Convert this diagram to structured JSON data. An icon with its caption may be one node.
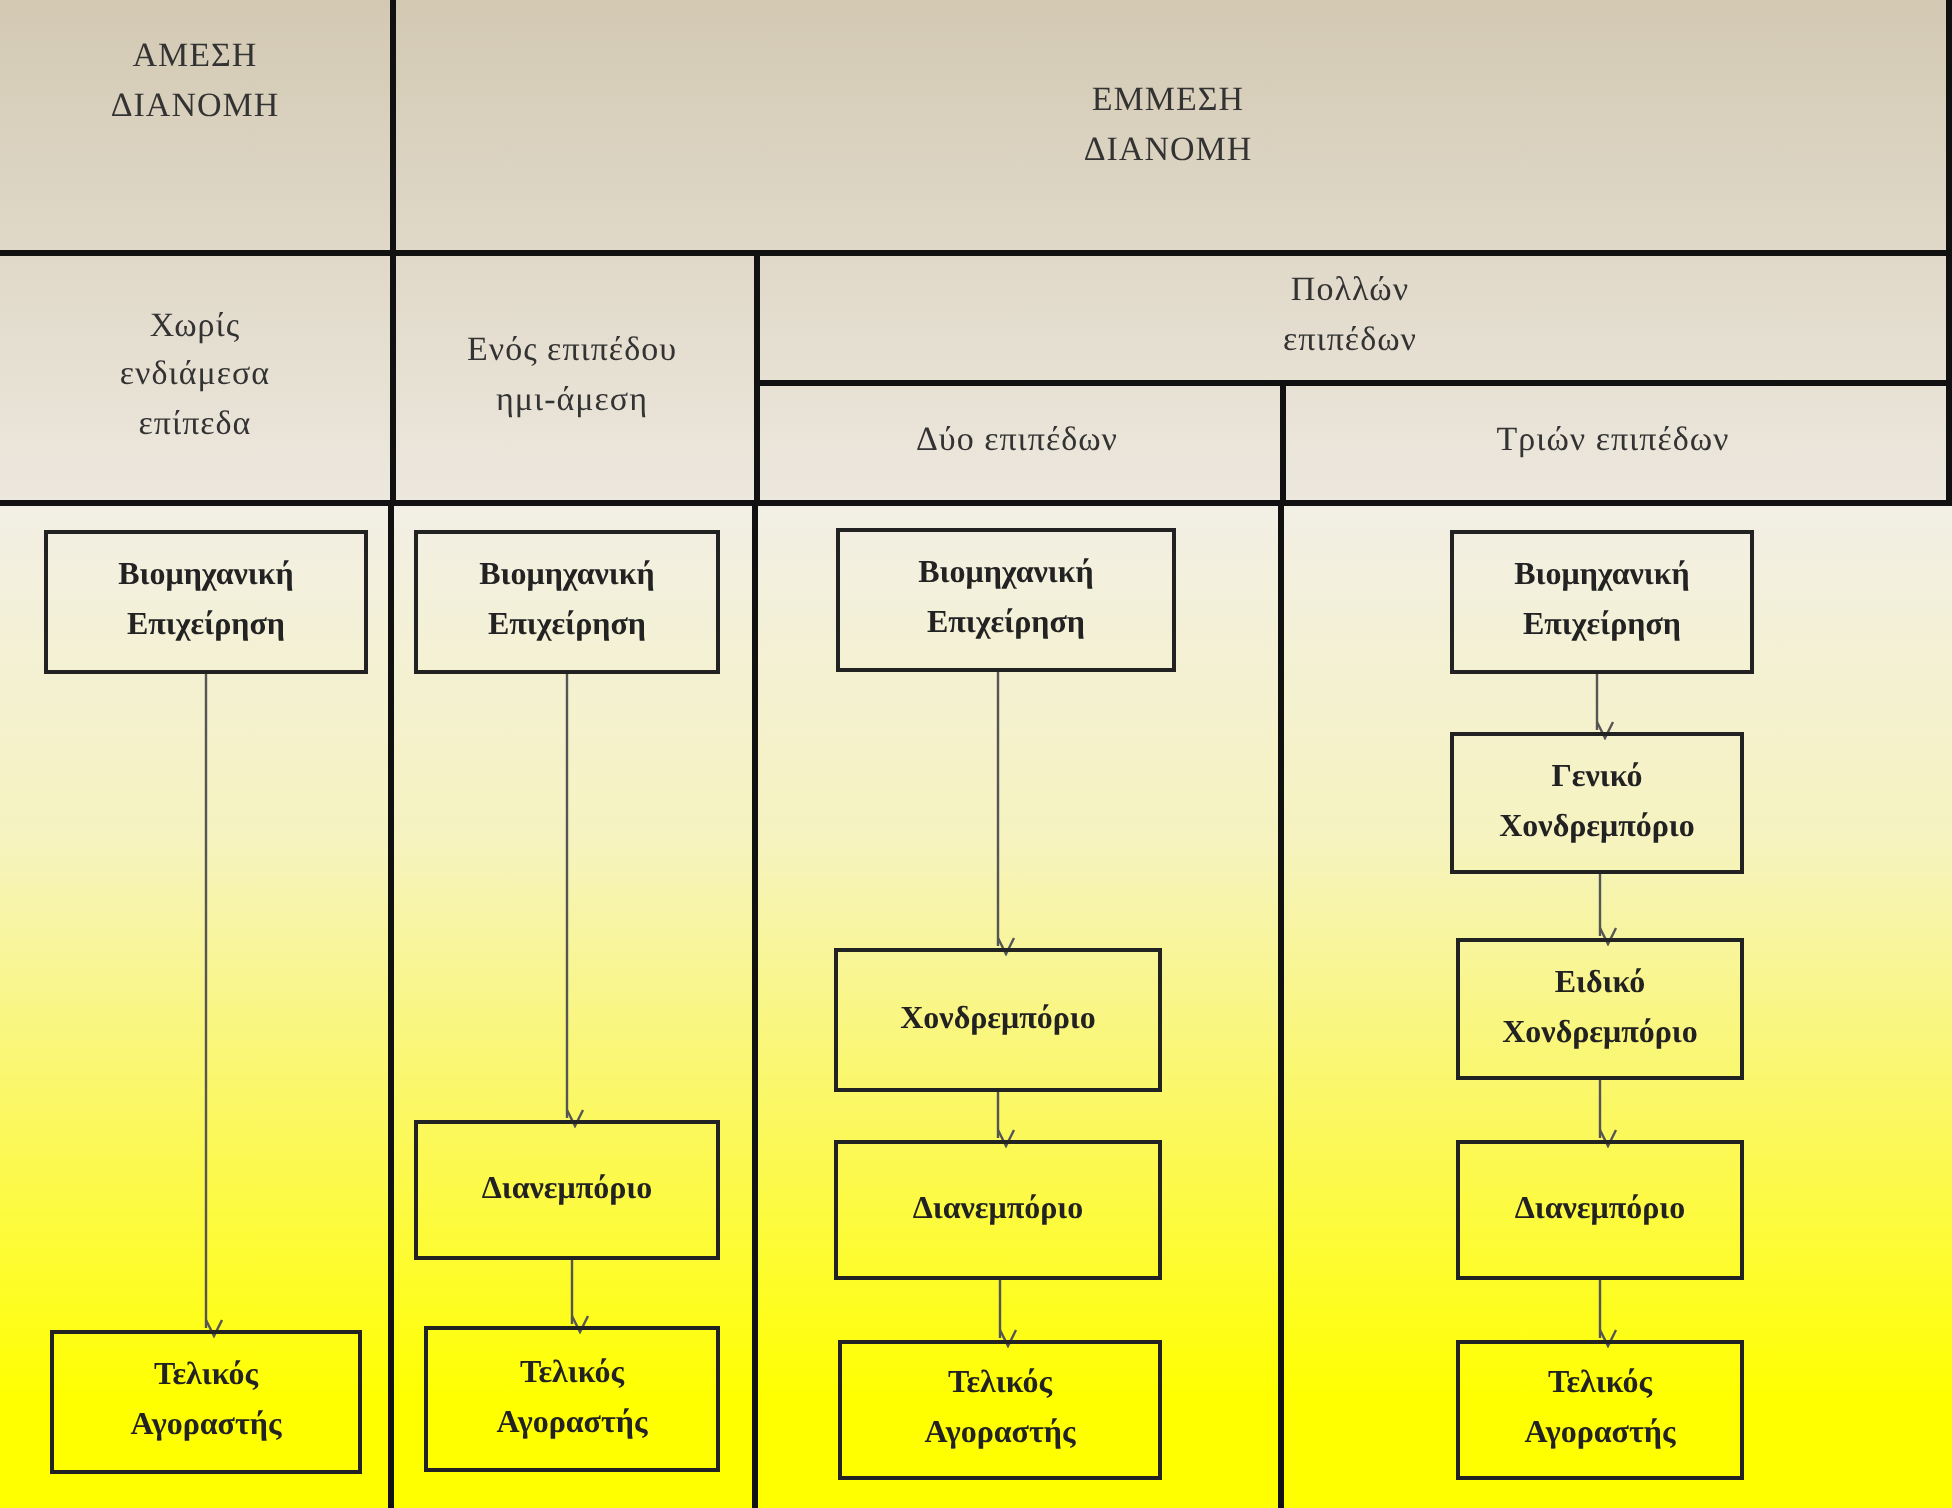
{
  "diagram": {
    "nodes": [
      {
        "text": [
          "ΑΜΕΣΗ ΔΙΑΝΟΜΗ"
        ]
      },
      {
        "text": [
          "ΕΜΜΕΣΗ ΔΙΑΝΟΜΗ"
        ]
      },
      {
        "text": [
          "Χωρίς ενδιάμεσα επίπεδα"
        ]
      },
      {
        "text": [
          "Ενός επιπέδου ημι-άμεση"
        ]
      },
      {
        "text": [
          "Πολλών επιπέδων"
        ]
      },
      {
        "text": [
          "Δύο επιπέδων"
        ]
      },
      {
        "text": [
          "Τριών επιπέδων"
        ]
      },
      {
        "text": [
          "Βιομηχανική Επιχείρηση"
        ]
      },
      {
        "text": [
          "Βιομηχανική Επιχείρηση"
        ]
      },
      {
        "text": [
          "Βιομηχανική Επιχείρηση"
        ]
      },
      {
        "text": [
          "Βιομηχανική Επιχείρηση"
        ]
      },
      {
        "text": [
          "Γενικό Χονδρεμπόριο"
        ]
      },
      {
        "text": [
          "Χονδρεμπόριο"
        ]
      },
      {
        "text": [
          "Ειδικό Χονδρεμπόριο"
        ]
      },
      {
        "text": [
          "Διανεμπόριο"
        ]
      },
      {
        "text": [
          "Διανεμπόριο"
        ]
      },
      {
        "text": [
          "Διανεμπόριο"
        ]
      },
      {
        "text": [
          "Τελικός Αγοραστής"
        ]
      },
      {
        "text": [
          "Τελικός Αγοραστής"
        ]
      },
      {
        "text": [
          "Τελικός Αγοραστής"
        ]
      },
      {
        "text": [
          "Τελικός Αγοραστής"
        ]
      }
    ],
    "edges": [
      {
        "from": 7,
        "to": 17,
        "arrow": "to"
      },
      {
        "from": 8,
        "to": 14,
        "arrow": "to"
      },
      {
        "from": 14,
        "to": 18,
        "arrow": "to"
      },
      {
        "from": 9,
        "to": 12,
        "arrow": "to"
      },
      {
        "from": 12,
        "to": 15,
        "arrow": "to"
      },
      {
        "from": 15,
        "to": 19,
        "arrow": "to"
      },
      {
        "from": 10,
        "to": 11,
        "arrow": "to"
      },
      {
        "from": 11,
        "to": 13,
        "arrow": "to"
      },
      {
        "from": 13,
        "to": 16,
        "arrow": "to"
      },
      {
        "from": 16,
        "to": 20,
        "arrow": "to"
      }
    ]
  }
}
